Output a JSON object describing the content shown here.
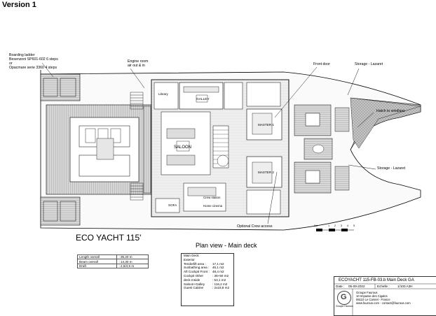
{
  "version_label": "Version 1",
  "annotations": {
    "boarding_ladder": [
      "Boarding ladder",
      "Besenzoni SP601-602 6 steps",
      "or",
      "Opacmare serie 3360 4 steps"
    ],
    "engine_room": [
      "Engine room",
      "air out & in"
    ],
    "front_door": "Front door",
    "storage_lazaret_top": "Storage - Lazaret",
    "hatch_windlass": "Hatch to windlass",
    "storage_lazaret_bottom": "Storage - Lazaret",
    "optional_crew_access": "Optional Crew access"
  },
  "rooms": {
    "library": "Library",
    "galley": "GALLEY",
    "saloon": "SALOON",
    "master1": "MASTER 1",
    "master2": "MASTER 2",
    "sofa": "SOFA",
    "crew_station": "Crew station",
    "home_cinema": "Home cinema"
  },
  "title": "ECO YACHT 115'",
  "subtitle": "Plan view - Main deck",
  "specs": [
    {
      "label": "Length overall",
      "value": ": 35,20 m"
    },
    {
      "label": "Beam overall",
      "value": ": 14,30 m"
    },
    {
      "label": "Draft",
      "value": ": 2,5/4,5 m"
    }
  ],
  "areas": [
    {
      "label": "Main Deck",
      "value": ""
    },
    {
      "label": "Exterior",
      "value": ""
    },
    {
      "label": "Tenderlift area :",
      "value": "17,1 m2"
    },
    {
      "label": "Sunbathing area :",
      "value": "46,1 m2"
    },
    {
      "label": "Aft Cockpit Front :",
      "value": "48,4 m2"
    },
    {
      "label": "Cockpit Other",
      "value": ": 36+50 m2"
    },
    {
      "label": "deck Inside",
      "value": ": 53,1 m2"
    },
    {
      "label": "Saloon+Galley",
      "value": ": 116,2 m2"
    },
    {
      "label": "Guest Cabine",
      "value": ": 2x18,8 m2"
    }
  ],
  "title_block": {
    "drawing_no": "ECOYACHT 115-FB-03.b Main Deck GA",
    "date_label": "Date :",
    "date_value": "05-09-2022",
    "scale_label": "Echelle :",
    "scale_value": "1/100 A3H",
    "company": [
      "Groupe Faurous",
      "10 Impasse des Cigales",
      "06110 Le Cannet - France",
      "www.faurous.com - contact@faurous.com"
    ],
    "logo_letters": "G",
    "logo_caption": "Groupe Faurous"
  },
  "scale_bar_labels": [
    "0m",
    "1",
    "2",
    "3",
    "4",
    "5"
  ]
}
